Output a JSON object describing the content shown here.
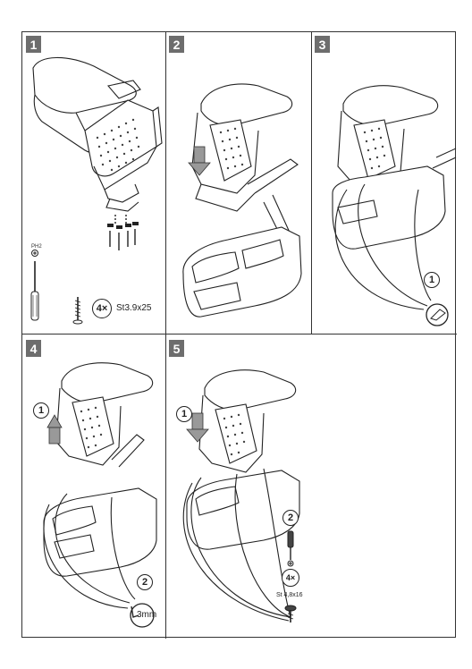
{
  "panels": [
    {
      "number": "1"
    },
    {
      "number": "2"
    },
    {
      "number": "3"
    },
    {
      "number": "4"
    },
    {
      "number": "5"
    }
  ],
  "panel1": {
    "screw_count": "4×",
    "screw_spec": "St3.9x25",
    "driver_tag": "PH2"
  },
  "panel3": {
    "step_marker": "1"
  },
  "panel4": {
    "step1_marker": "1",
    "step2_marker": "2",
    "allen_size": "3mm"
  },
  "panel5": {
    "step1_marker": "1",
    "step2_marker": "2",
    "screw_count": "4×",
    "screw_spec": "St 4,8x16"
  },
  "icons": [
    "phillips-screwdriver-icon",
    "screw-icon",
    "allen-key-icon",
    "pry-tool-icon",
    "arrow-up-icon",
    "arrow-down-icon"
  ]
}
